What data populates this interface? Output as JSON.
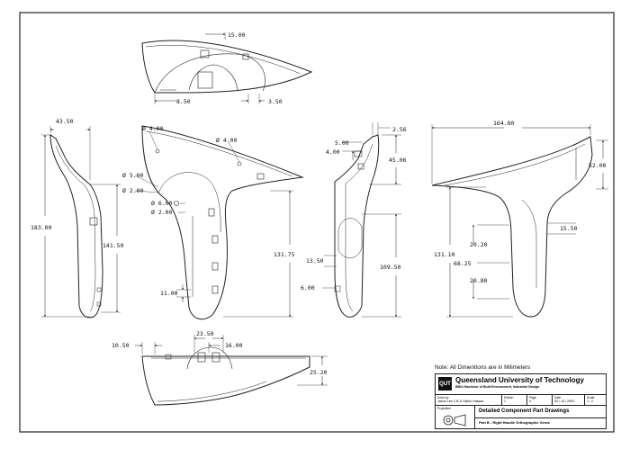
{
  "dimensions": {
    "top_view": [
      "15.00",
      "8.50",
      "3.50"
    ],
    "left_view": [
      "43.50",
      "183.00",
      "141.50"
    ],
    "front_view": [
      "Ø 4.00",
      "Ø 4.00",
      "Ø 5.00",
      "Ø 2.00",
      "Ø 6.00",
      "Ø 2.00",
      "131.75",
      "11.00"
    ],
    "right_view": [
      "2.56",
      "5.00",
      "4.00",
      "45.06",
      "109.50",
      "13.50",
      "6.00"
    ],
    "far_view": [
      "164.80",
      "52.00",
      "15.50",
      "20.20",
      "68.25",
      "20.80",
      "131.10"
    ],
    "bottom_view": [
      "10.50",
      "23.50",
      "16.00",
      "25.20"
    ]
  },
  "note": "Note: All Dimentions are in Milimeters",
  "title_block": {
    "logo": "QUT",
    "university": "Queensland University of Technology",
    "school": "BN01 Bachelor of Built Environment, Industrial Design",
    "drawn_by_label": "Done by",
    "drawn_by": "Jason Lee C.B & Hullun Hassan",
    "edition_label": "Edition",
    "edition": "1",
    "page_label": "Page",
    "page": "4",
    "date_label": "Date",
    "date": "30 / 10 / 2003",
    "scale_label": "Scale",
    "scale": "1 : 2",
    "projection_label": "Projection",
    "drawing_title": "Detailed Component Part Drawings",
    "drawing_subtitle": "Part B - Right Handle Orthographic Views"
  }
}
